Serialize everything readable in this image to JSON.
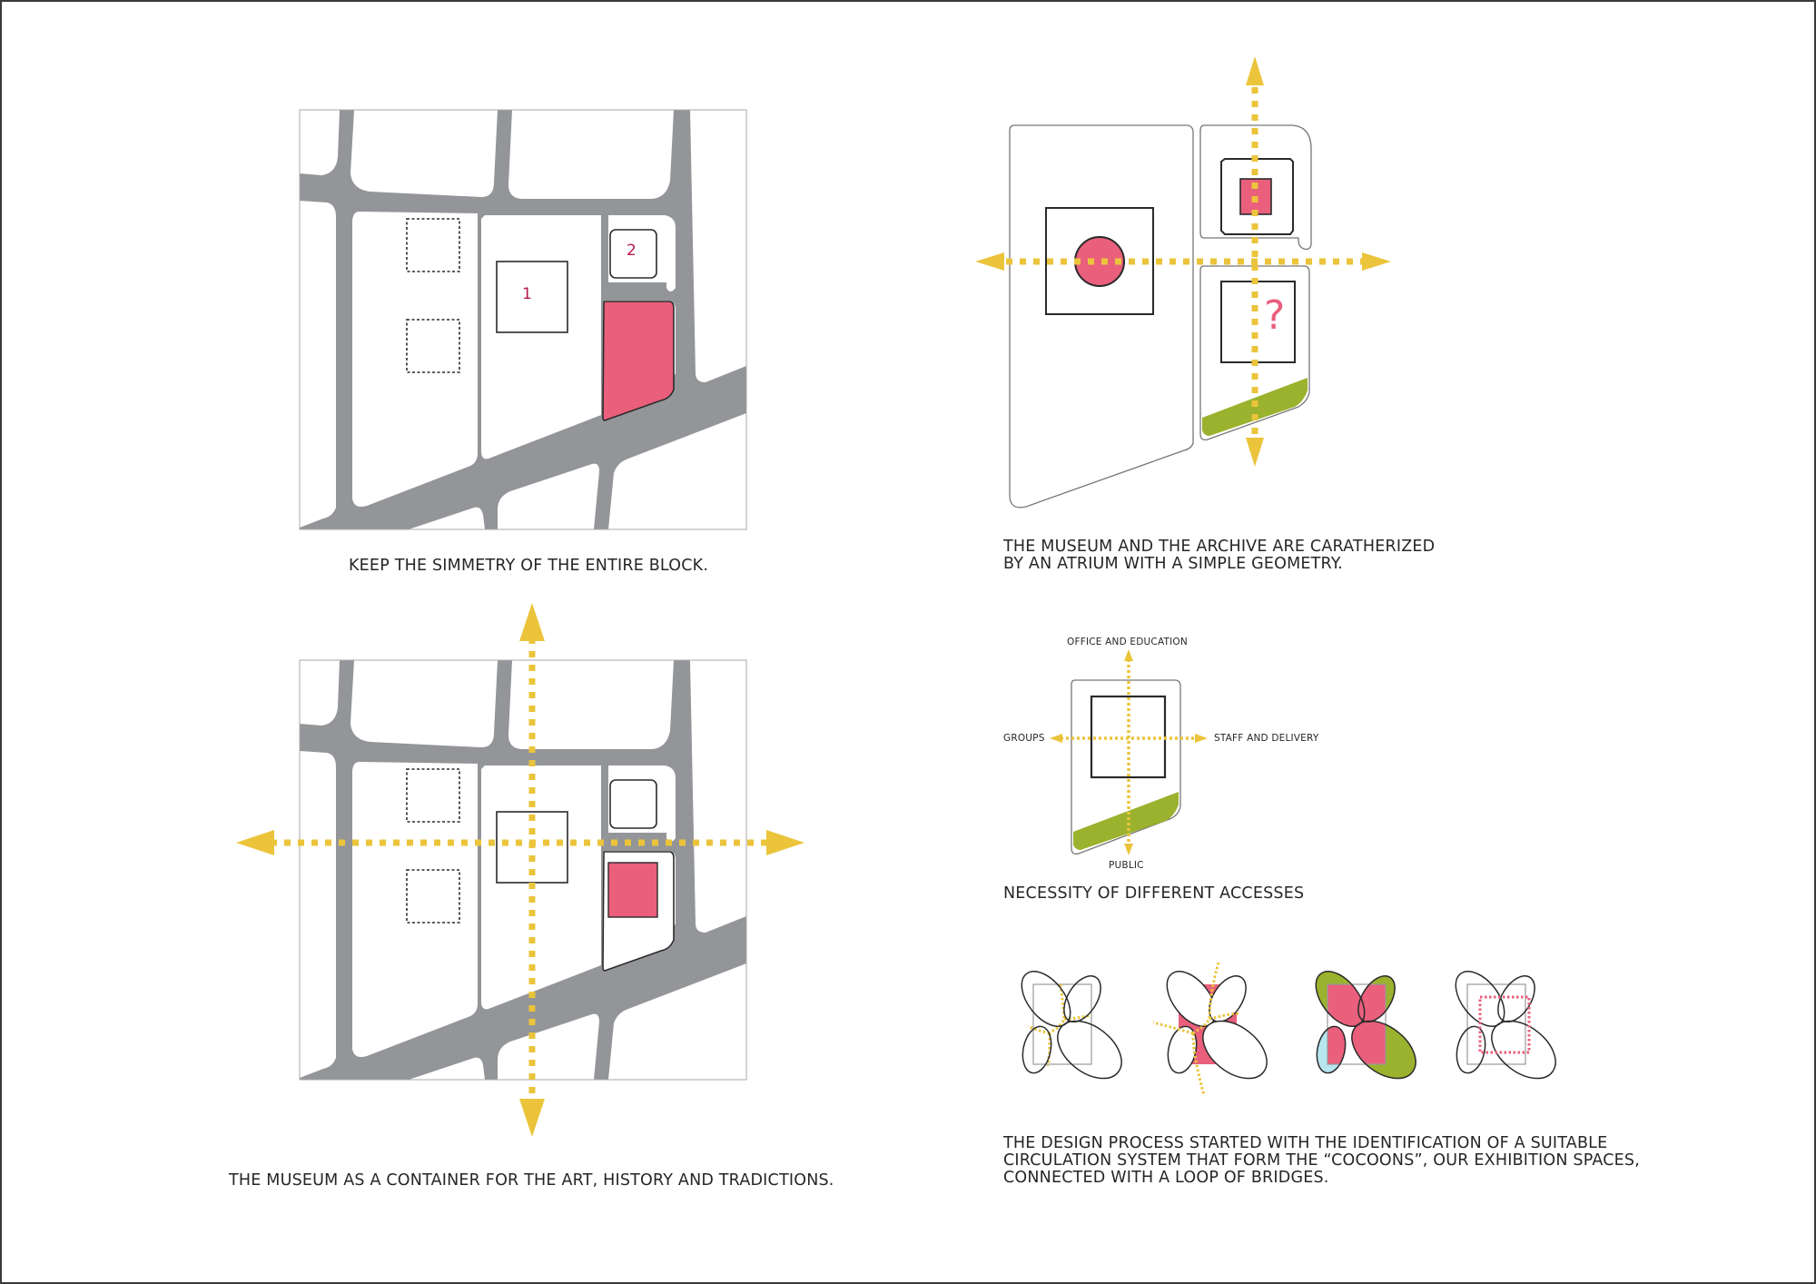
{
  "colors": {
    "road": "#939598",
    "pink": "#e95f7c",
    "yellow": "#ebc43b",
    "green": "#9bb22e",
    "cyan": "#b6e6f0",
    "outline": "#2a2a2a",
    "frame": "#3a3a3a"
  },
  "panels": {
    "site_symmetry": {
      "caption": "KEEP THE SIMMETRY OF THE ENTIRE BLOCK.",
      "building_labels": [
        "1",
        "2"
      ]
    },
    "museum_archive_atrium": {
      "caption_line1": "THE MUSEUM AND THE ARCHIVE ARE CARATHERIZED",
      "caption_line2": "BY AN ATRIUM WITH A SIMPLE GEOMETRY.",
      "unknown_marker": "?"
    },
    "museum_container": {
      "caption": "THE MUSEUM AS A CONTAINER FOR THE ART, HISTORY AND TRADICTIONS."
    },
    "accesses": {
      "caption": "NECESSITY OF DIFFERENT ACCESSES",
      "labels": {
        "top": "OFFICE AND EDUCATION",
        "left": "GROUPS",
        "right": "STAFF AND DELIVERY",
        "bottom": "PUBLIC"
      }
    },
    "cocoons": {
      "caption_line1": "THE DESIGN PROCESS STARTED WITH THE IDENTIFICATION OF A SUITABLE",
      "caption_line2": "CIRCULATION SYSTEM THAT FORM THE “COCOONS”, OUR EXHIBITION SPACES,",
      "caption_line3": "CONNECTED WITH A LOOP OF BRIDGES.",
      "steps": [
        "circulation-paths",
        "pink-circulation-zone",
        "cocoon-exhibition-spaces",
        "bridge-loop"
      ]
    }
  }
}
